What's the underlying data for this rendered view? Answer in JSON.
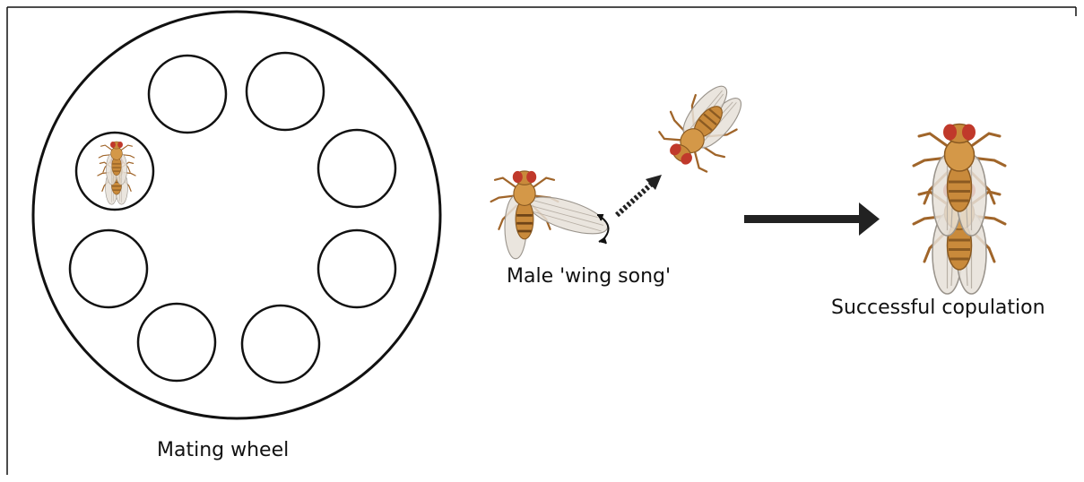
{
  "captions": {
    "mating_wheel": "Mating wheel",
    "wing_song": "Male 'wing song'",
    "copulation": "Successful copulation"
  },
  "colors": {
    "line": "#111111",
    "fly_body": "#c98a3b",
    "fly_body_dark": "#8a5a22",
    "fly_eye": "#c0392b",
    "wing": "#e6e0d8",
    "arrow": "#222222"
  },
  "icons": {
    "wheel": "mating-wheel-diagram",
    "fly": "fruit-fly-illustration",
    "arrow": "right-arrow-icon"
  }
}
